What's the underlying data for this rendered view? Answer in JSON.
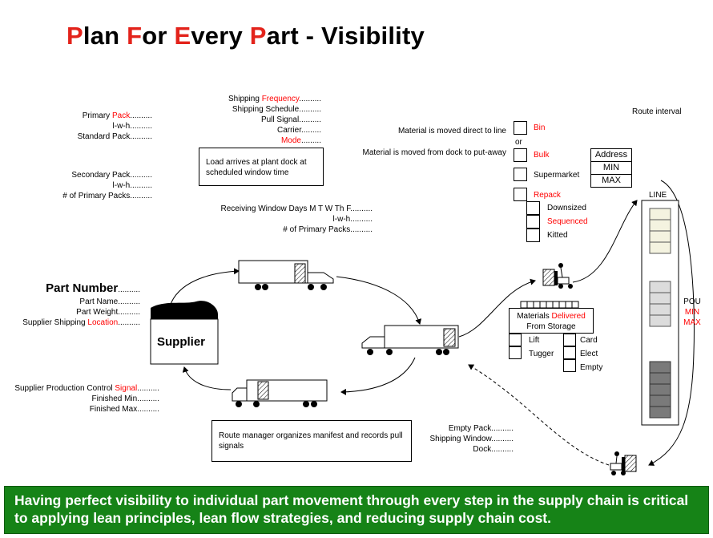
{
  "title": {
    "parts": [
      {
        "cap": "P",
        "rest": "lan "
      },
      {
        "cap": "F",
        "rest": "or "
      },
      {
        "cap": "E",
        "rest": "very "
      },
      {
        "cap": "P",
        "rest": "art - Visibility"
      }
    ]
  },
  "primary_pack": {
    "prefix": "Primary ",
    "highlight": "Pack",
    "dots": "..........",
    "iwh": "l-w-h..........",
    "standard": "Standard Pack.........."
  },
  "secondary_pack": {
    "label": "Secondary Pack..........",
    "iwh": "l-w-h..........",
    "count": "# of Primary Packs.........."
  },
  "shipping": {
    "freq_prefix": "Shipping ",
    "freq_highlight": "Frequency",
    "freq_dots": "..........",
    "schedule": "Shipping Schedule..........",
    "pull": "Pull Signal..........",
    "carrier": "Carrier.........",
    "mode_highlight": "Mode",
    "mode_dots": "........."
  },
  "load_box": "Load arrives at plant dock at scheduled window time",
  "receiving": {
    "window": "Receiving Window Days M T W Th F..........",
    "iwh": "l-w-h..........",
    "count": "# of Primary Packs.........."
  },
  "part": {
    "number": "Part Number",
    "number_dots": "..........",
    "name": "Part Name..........",
    "weight": "Part Weight..........",
    "loc_prefix": "Supplier Shipping ",
    "loc_highlight": "Location",
    "loc_dots": ".........."
  },
  "supplier": "Supplier",
  "supplier_control": {
    "prefix": "Supplier Production Control ",
    "highlight": "Signal",
    "dots": "..........",
    "min": "Finished Min..........",
    "max": "Finished Max.........."
  },
  "route_box": "Route manager organizes manifest and records pull signals",
  "material": {
    "direct": "Material is moved direct to line",
    "or": "or",
    "putaway": "Material is moved from dock to put-away"
  },
  "storage_options": {
    "bin": "Bin",
    "bulk": "Bulk",
    "supermarket": "Supermarket",
    "repack": "Repack",
    "downsized": "Downsized",
    "sequenced": "Sequenced",
    "kitted": "Kitted"
  },
  "address": {
    "label": "Address",
    "min": "MIN",
    "max": "MAX"
  },
  "route_interval": "Route interval",
  "line": "LINE",
  "pou": {
    "pou": "POU",
    "min": "MIN",
    "max": "MAX"
  },
  "delivered": {
    "prefix": "Materials ",
    "highlight": "Delivered",
    "line2": "From Storage",
    "lift": "Lift",
    "tugger": "Tugger",
    "card": "Card",
    "elect": "Elect",
    "empty": "Empty"
  },
  "empty_pack": {
    "pack": "Empty Pack..........",
    "window": "Shipping Window..........",
    "dock": "Dock.........."
  },
  "footer": "Having perfect visibility to individual part movement through every step in the supply chain is critical to applying lean principles, lean flow strategies, and reducing supply chain cost.",
  "colors": {
    "red": "#ff0000",
    "title_cap": "#e3231b",
    "footer_bg": "#168317"
  }
}
